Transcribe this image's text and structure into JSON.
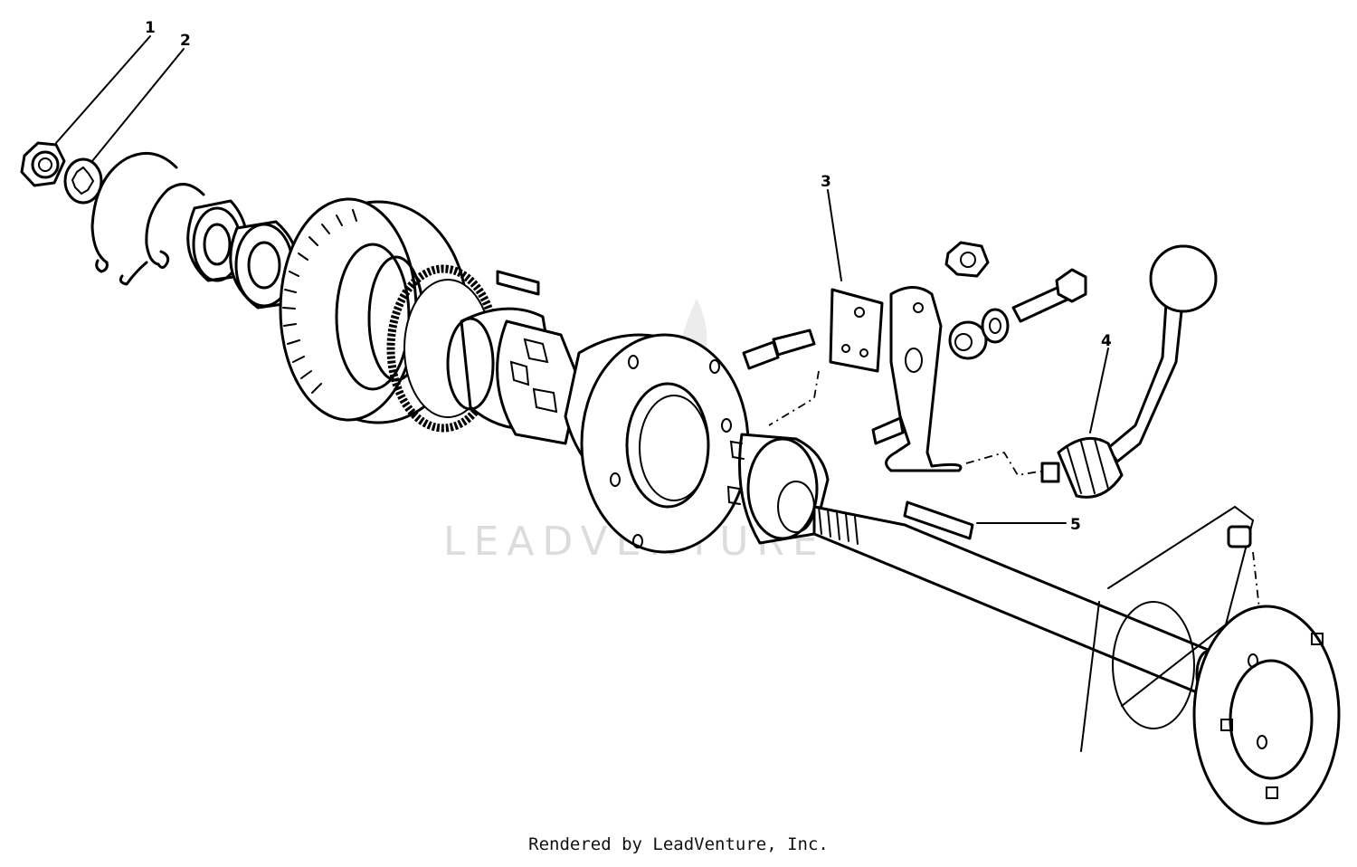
{
  "diagram": {
    "callouts": [
      {
        "id": "1",
        "label": "1"
      },
      {
        "id": "2",
        "label": "2"
      },
      {
        "id": "3",
        "label": "3"
      },
      {
        "id": "4",
        "label": "4"
      },
      {
        "id": "5",
        "label": "5"
      }
    ],
    "watermark": "LEADVENTURE",
    "footer": "Rendered by LeadVenture, Inc."
  }
}
